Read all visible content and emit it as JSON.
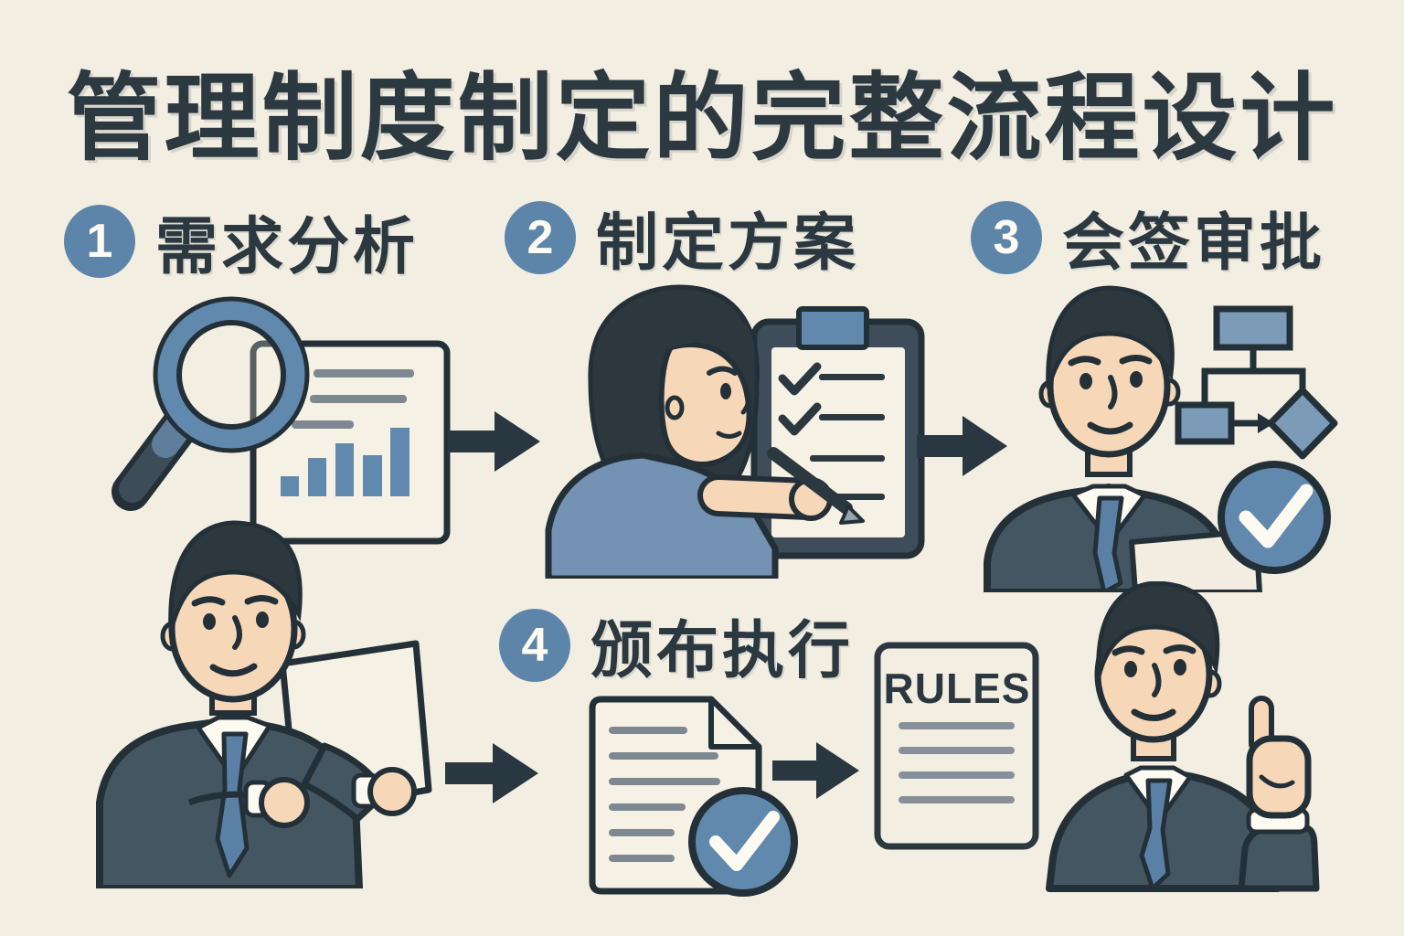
{
  "title": "管理制度制定的完整流程设计",
  "steps": [
    {
      "number": "1",
      "label": "需求分析"
    },
    {
      "number": "2",
      "label": "制定方案"
    },
    {
      "number": "3",
      "label": "会签审批"
    },
    {
      "number": "4",
      "label": "颁布执行"
    }
  ],
  "rules_document": {
    "title": "RULES",
    "line_count": 4
  },
  "step1_document_chart": {
    "type": "bar",
    "bar_heights_relative": [
      22,
      42,
      58,
      45,
      75
    ],
    "text_line_count": 3
  },
  "clipboard_checklist": {
    "total_items": 4,
    "checked_items": 2
  },
  "icons": [
    "magnifier-icon",
    "bar-chart-document-icon",
    "clipboard-checklist-icon",
    "flowchart-icon",
    "approval-check-circle-icon",
    "document-check-icon",
    "rules-document-icon",
    "arrow-right-icon"
  ],
  "figures": [
    "businessman-reading-document",
    "woman-writing-checklist",
    "businessman-approver",
    "businessman-pointing-up"
  ],
  "colors": {
    "background": "#f3eee2",
    "ink": "#2b3840",
    "accent_blue": "#5d85a9",
    "suit": "#455663",
    "skin": "#f6d8b8",
    "paper": "#f6f1e5",
    "gray_line": "#87909a"
  }
}
